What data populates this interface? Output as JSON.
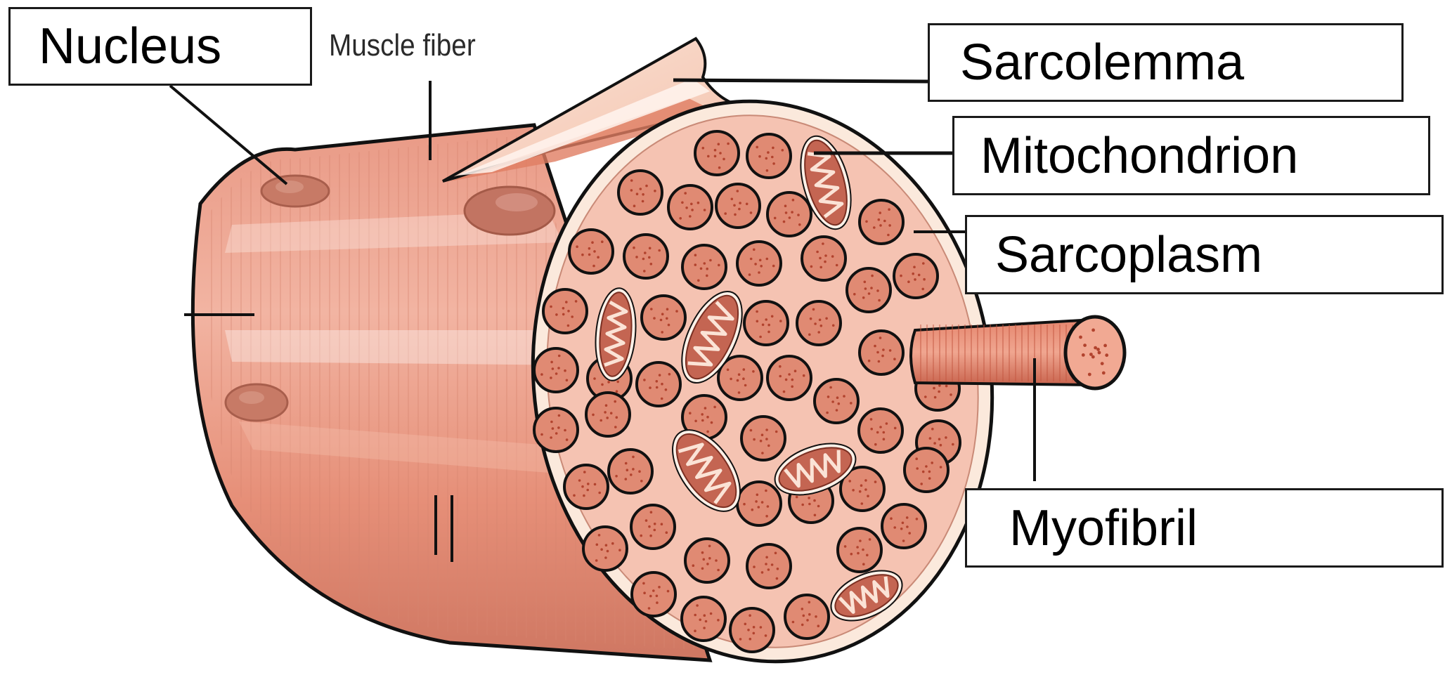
{
  "diagram": {
    "labels": {
      "nucleus": "Nucleus",
      "muscle_fiber": "Muscle fiber",
      "sarcolemma": "Sarcolemma",
      "mitochondrion": "Mitochondrion",
      "sarcoplasm": "Sarcoplasm",
      "myofibril": "Myofibril"
    },
    "colors": {
      "fiber_body": "#e8957f",
      "fiber_dark": "#c9705c",
      "cross_section": "#f5c3b2",
      "rim": "#fbe9dc",
      "myofibril_fill": "#e08a73",
      "myofibril_dot": "#b2432e",
      "mitochondrion_fill": "#c46552",
      "outline": "#111111"
    }
  }
}
